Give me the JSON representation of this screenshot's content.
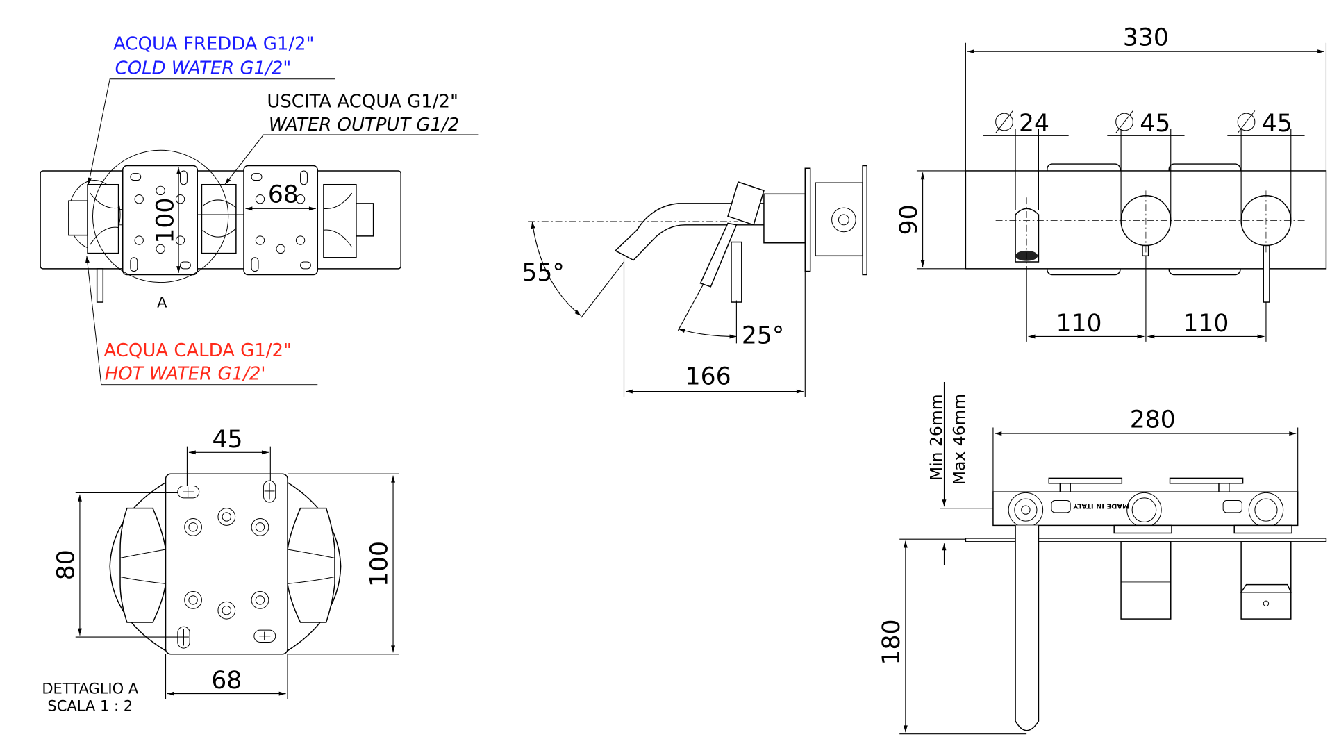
{
  "labels": {
    "cold_water_it": "ACQUA FREDDA G1/2\"",
    "cold_water_en": "COLD WATER G1/2\"",
    "water_output_it": "USCITA ACQUA G1/2\"",
    "water_output_en": "WATER OUTPUT G1/2",
    "hot_water_it": "ACQUA CALDA G1/2\"",
    "hot_water_en": "HOT WATER G1/2'",
    "detail_marker": "A",
    "detail_title": "DETTAGLIO A",
    "detail_scale": "SCALA 1 : 2",
    "made_in": "MADE IN ITALY"
  },
  "colors": {
    "cold": "#1a1aff",
    "hot": "#ff2a1a",
    "line": "#000000"
  },
  "top_view": {
    "dim_height": "100",
    "dim_plate": "68"
  },
  "side_view": {
    "angle_spout": "55°",
    "angle_lever": "25°",
    "projection": "166"
  },
  "front_view": {
    "width": "330",
    "height": "90",
    "dia_spout": "24",
    "dia_handle_1": "45",
    "dia_handle_2": "45",
    "spacing_1": "110",
    "spacing_2": "110"
  },
  "detail_view": {
    "top": "45",
    "left": "80",
    "right": "100",
    "bottom": "68"
  },
  "section_view": {
    "width": "280",
    "min_depth": "Min 26mm",
    "max_depth": "Max 46mm",
    "spout_length": "180"
  }
}
